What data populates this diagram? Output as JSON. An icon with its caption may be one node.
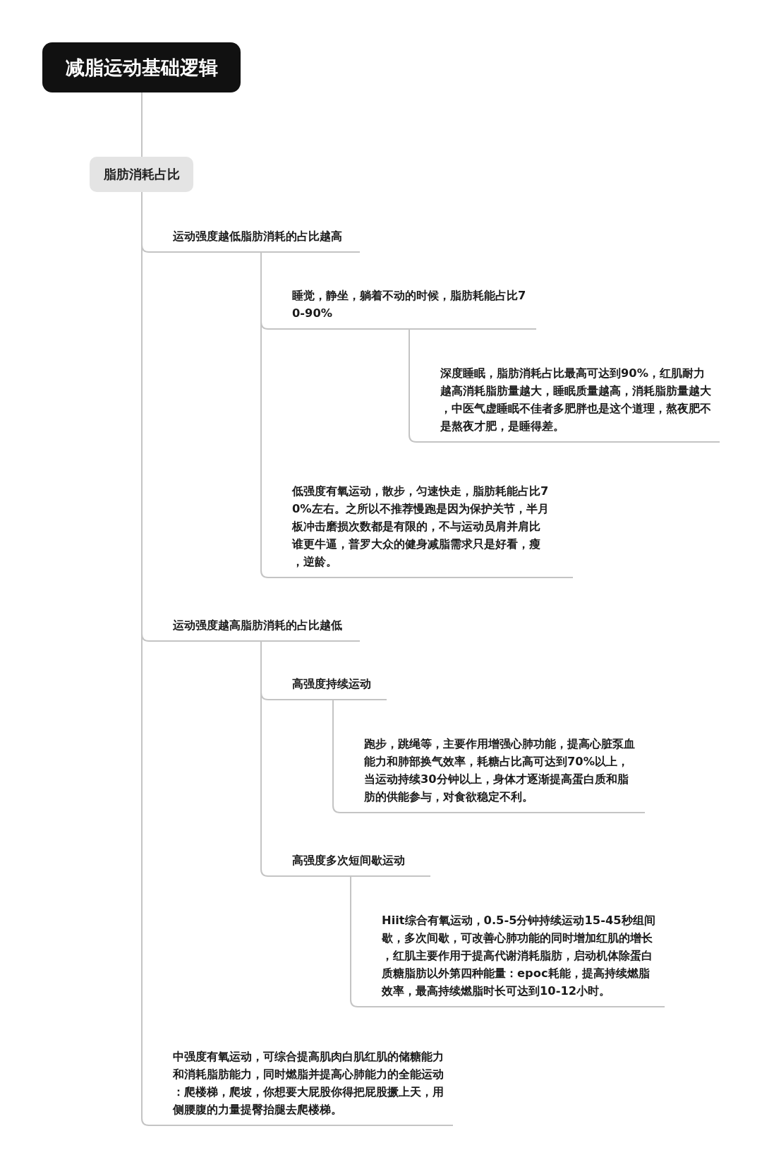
{
  "diagram": {
    "nodes": [
      {
        "text": [
          "减脂运动基础逻辑"
        ]
      },
      {
        "text": [
          "脂肪消耗占比"
        ]
      },
      {
        "text": [
          "运动强度越低脂肪消耗的占比越高"
        ]
      },
      {
        "text": [
          "睡觉，静坐，躺着不动的时候，脂肪耗能占比70-90%"
        ]
      },
      {
        "text": [
          "深度睡眠，脂肪消耗占比最高可达到90%，红肌耐力越高消耗脂肪量越大，睡眠质量越高，消耗脂肪量越大，中医气虚睡眠不佳者多肥胖也是这个道理，熬夜肥不是熬夜才肥，是睡得差。"
        ]
      },
      {
        "text": [
          "低强度有氧运动，散步，匀速快走，脂肪耗能占比70%左右。之所以不推荐慢跑是因为保护关节，半月板冲击磨损次数都是有限的，不与运动员肩并肩比谁更牛逼，普罗大众的健身减脂需求只是好看，瘦，逆龄。"
        ]
      },
      {
        "text": [
          "运动强度越高脂肪消耗的占比越低"
        ]
      },
      {
        "text": [
          "高强度持续运动"
        ]
      },
      {
        "text": [
          "跑步，跳绳等，主要作用增强心肺功能，提高心脏泵血能力和肺部换气效率，耗糖占比高可达到70%以上，当运动持续30分钟以上，身体才逐渐提高蛋白质和脂肪的供能参与，对食欲稳定不利。"
        ]
      },
      {
        "text": [
          "高强度多次短间歇运动"
        ]
      },
      {
        "text": [
          "Hiit综合有氧运动，0.5-5分钟持续运动15-45秒组间歇，多次间歇，可改善心肺功能的同时增加红肌的增长，红肌主要作用于提高代谢消耗脂肪，启动机体除蛋白质糖脂肪以外第四种能量：epoc耗能，提高持续燃脂效率，最高持续燃脂时长可达到10-12小时。"
        ]
      },
      {
        "text": [
          "中强度有氧运动，可综合提高肌肉白肌红肌的储糖能力和消耗脂肪能力，同时燃脂并提高心肺能力的全能运动：爬楼梯，爬坡，你想要大屁股你得把屁股撅上天，用侧腰腹的力量提臀抬腿去爬楼梯。"
        ]
      }
    ],
    "edges": [
      {
        "from": 0,
        "to": 1,
        "arrow": "none"
      },
      {
        "from": 1,
        "to": 2,
        "arrow": "none"
      },
      {
        "from": 2,
        "to": 3,
        "arrow": "none"
      },
      {
        "from": 3,
        "to": 4,
        "arrow": "none"
      },
      {
        "from": 2,
        "to": 5,
        "arrow": "none"
      },
      {
        "from": 1,
        "to": 6,
        "arrow": "none"
      },
      {
        "from": 6,
        "to": 7,
        "arrow": "none"
      },
      {
        "from": 7,
        "to": 8,
        "arrow": "none"
      },
      {
        "from": 6,
        "to": 9,
        "arrow": "none"
      },
      {
        "from": 9,
        "to": 10,
        "arrow": "none"
      },
      {
        "from": 1,
        "to": 11,
        "arrow": "none"
      }
    ]
  }
}
